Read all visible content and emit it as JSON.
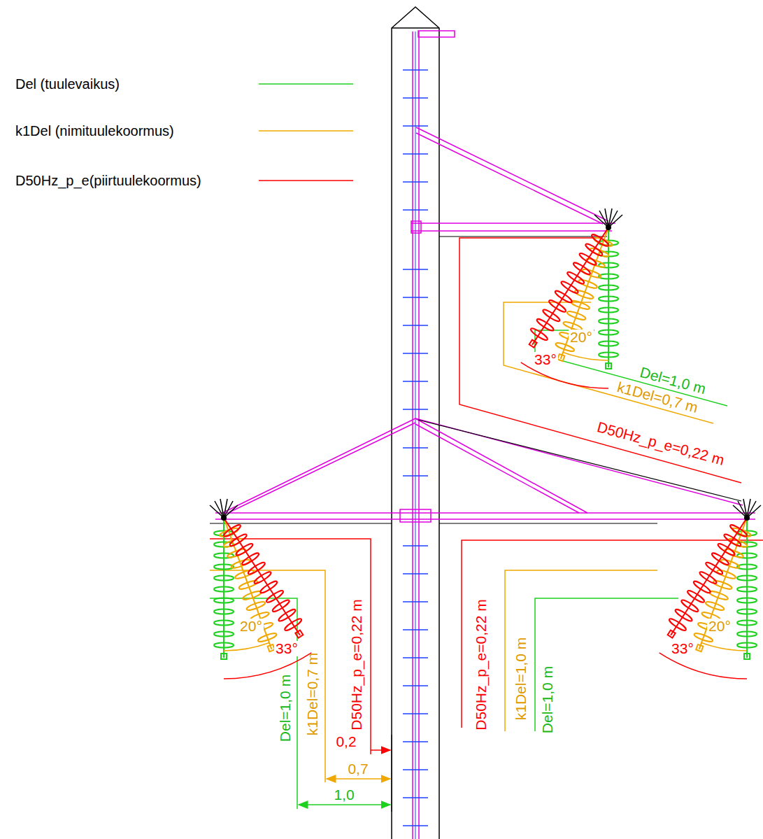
{
  "diagram": {
    "labels": [
      "Del=1,0 m",
      "k1Del=0,7 m",
      "D50Hz_p_e=0,22 m",
      "20°",
      "33°",
      "20°",
      "33°",
      "k1Del=0,7 m",
      "Del=1,0 m",
      "D50Hz_p_e=0,22 m",
      "0,2",
      "0,7",
      "1,0",
      "D50Hz_p_e=0,22 m",
      "k1Del=1,0 m",
      "Del=1,0 m",
      "20°",
      "33°"
    ],
    "legend": [
      {
        "text": "Del (tuulevaikus)"
      },
      {
        "text": "k1Del (nimituulekoormus)"
      },
      {
        "text": "D50Hz_p_e(piirtuulekoormus)"
      }
    ]
  }
}
